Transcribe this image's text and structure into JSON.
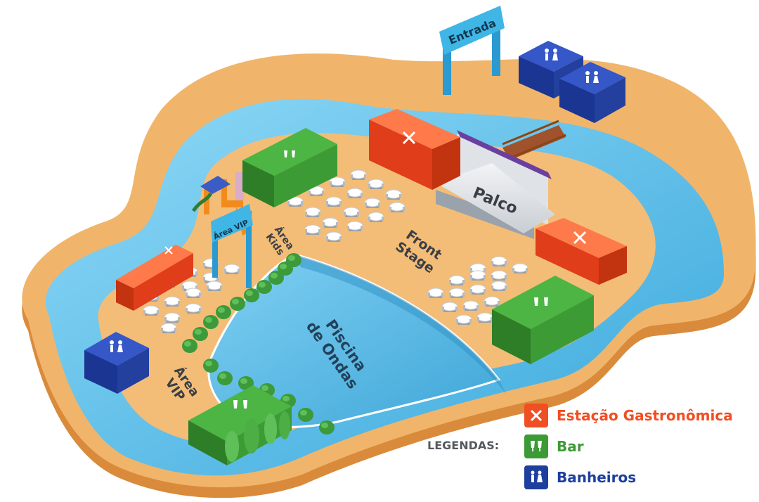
{
  "map": {
    "labels": {
      "entrance": "Entrada",
      "stage": "Palco",
      "front_stage_1": "Front",
      "front_stage_2": "Stage",
      "pool_1": "Piscina",
      "pool_2": "de Ondas",
      "kids_1": "Área",
      "kids_2": "Kids",
      "vip_sign": "Área VIP",
      "vip_area_1": "Área",
      "vip_area_2": "VIP"
    }
  },
  "legend": {
    "title": "LEGENDAS:",
    "items": [
      {
        "label": "Estação Gastronômica",
        "color": "#f04e23",
        "icon": "fork-knife-icon"
      },
      {
        "label": "Bar",
        "color": "#3d9b35",
        "icon": "toast-glasses-icon"
      },
      {
        "label": "Banheiros",
        "color": "#1f3f9e",
        "icon": "restroom-icon"
      }
    ]
  },
  "colors": {
    "sand": "#f0b56b",
    "water": "#6cc8ee",
    "food": "#f04e23",
    "bar": "#3d9b35",
    "restroom": "#1f3f9e",
    "sign": "#3fb6e6",
    "text_dark": "#3a3f46"
  }
}
